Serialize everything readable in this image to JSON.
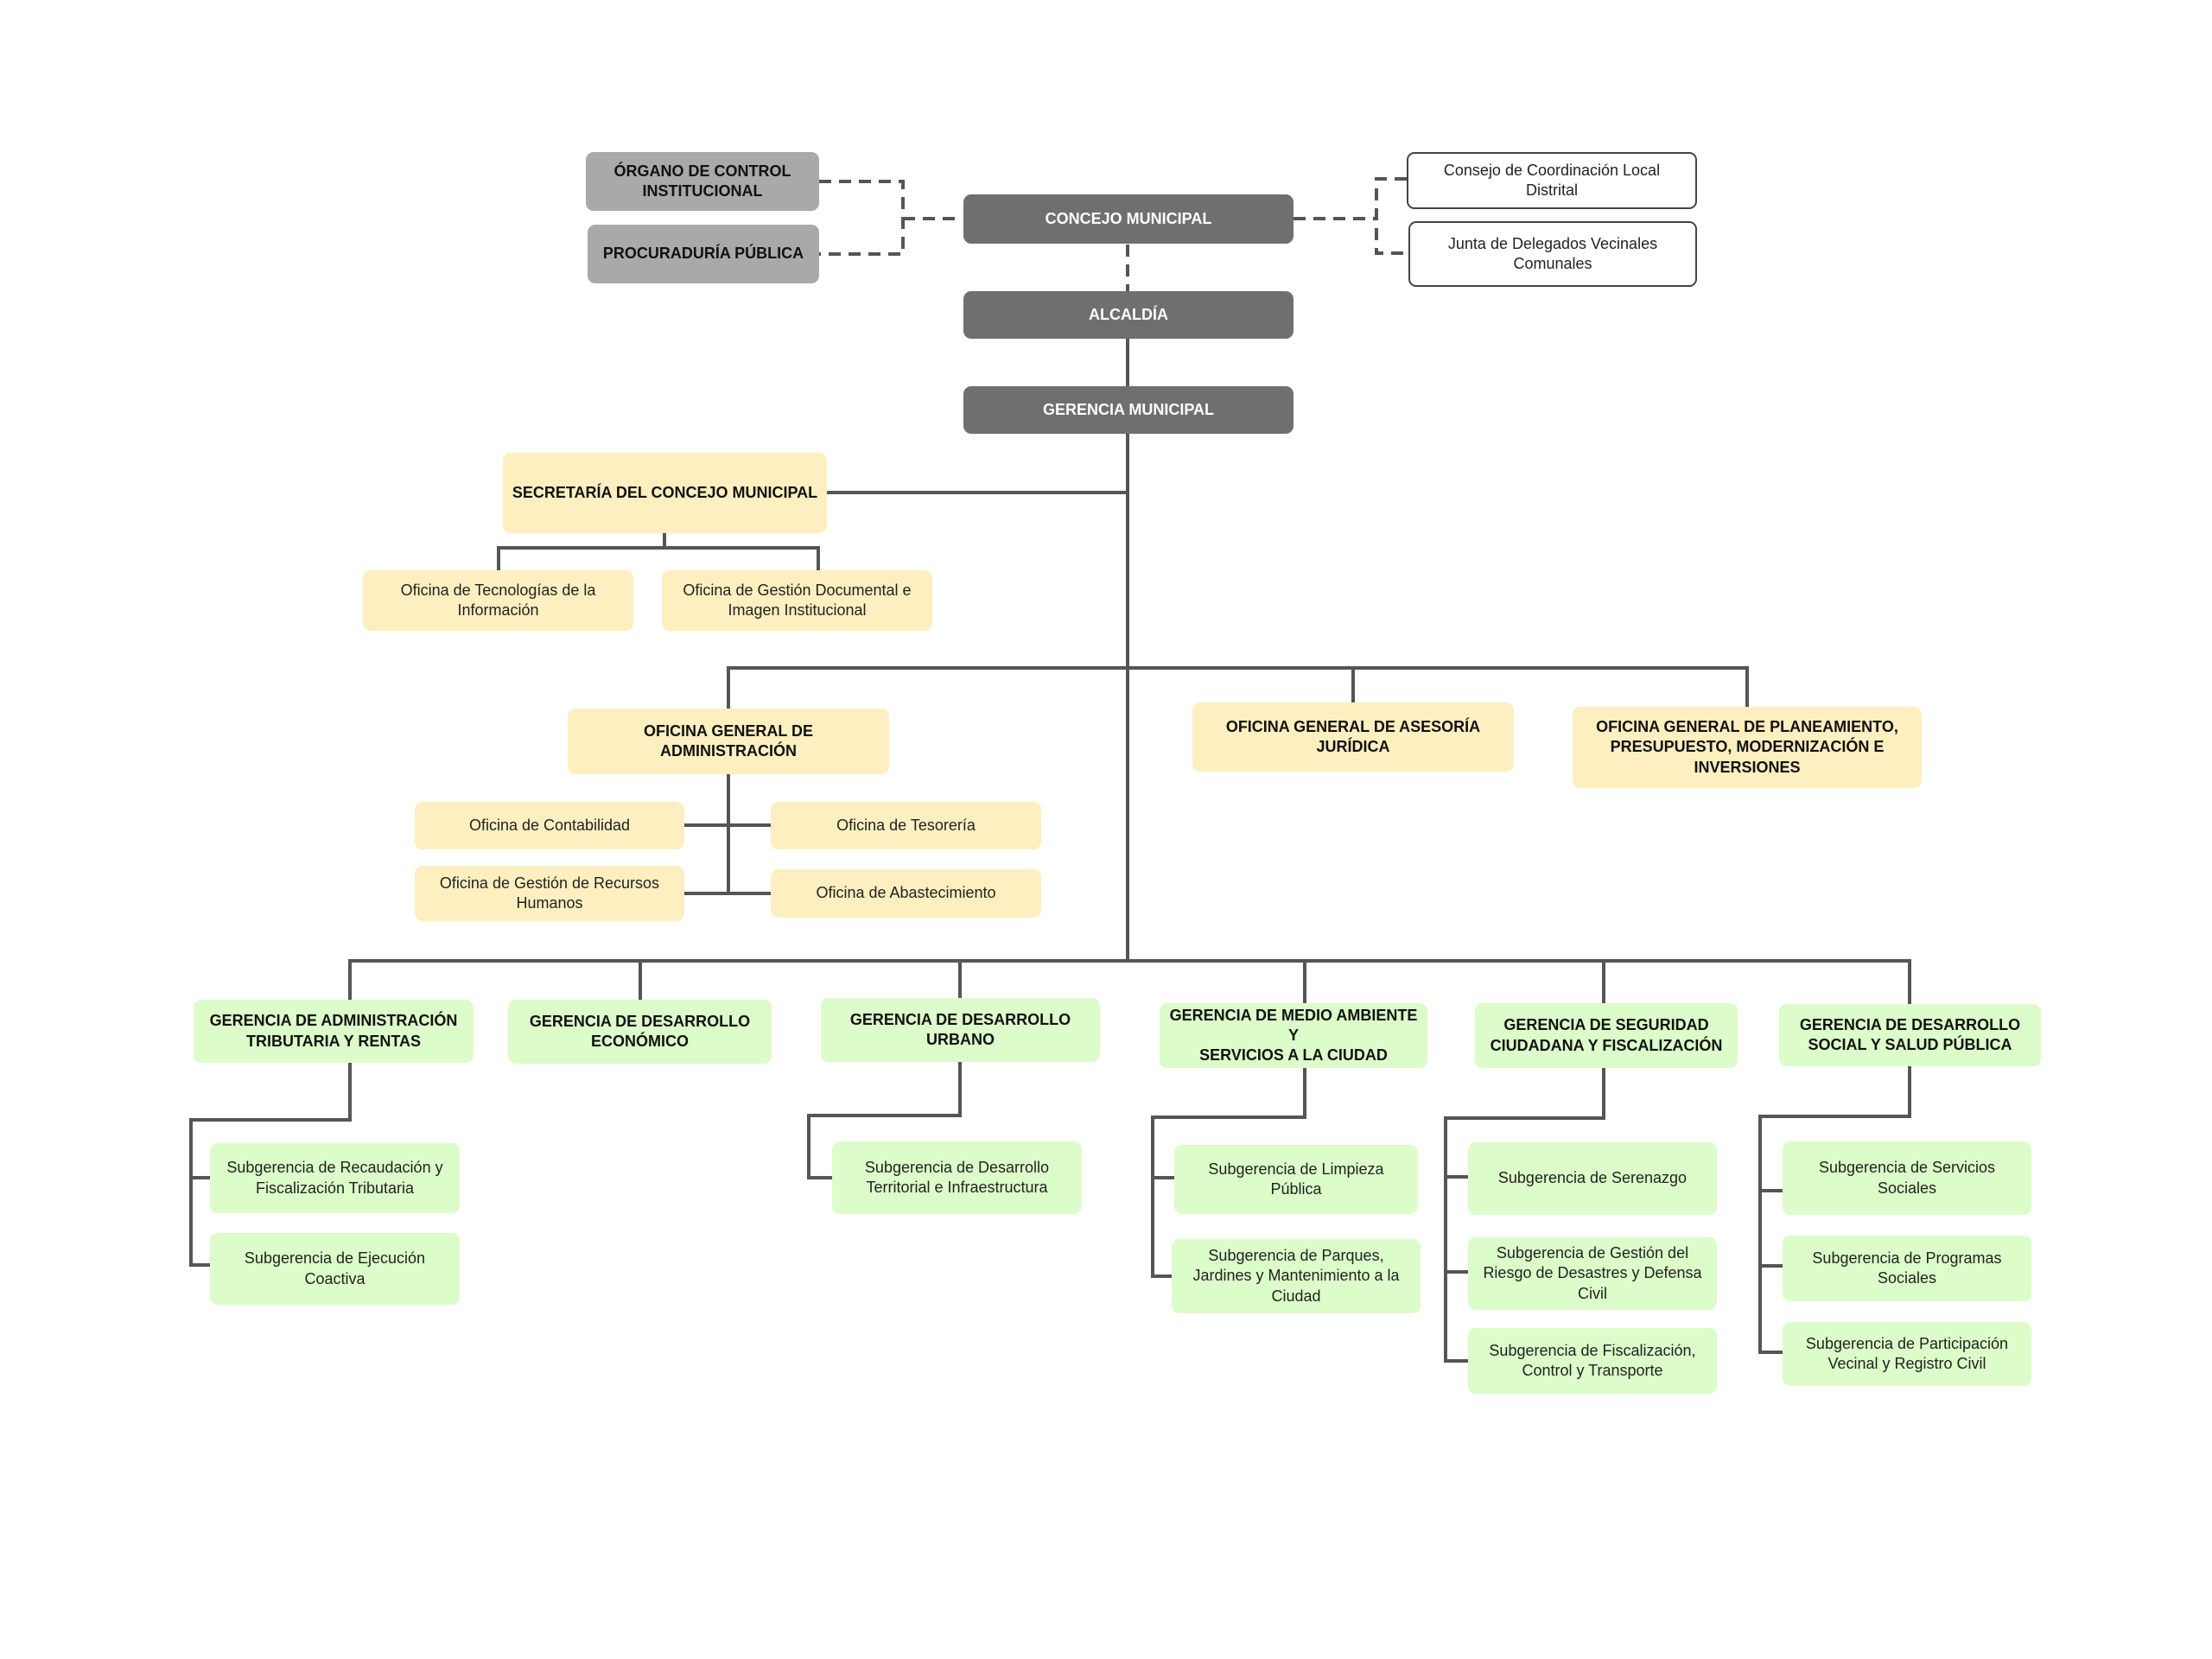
{
  "top": {
    "concejo": "CONCEJO MUNICIPAL",
    "alcaldia": "ALCALDÍA",
    "gerencia": "GERENCIA MUNICIPAL",
    "organo_control": "ÓRGANO DE CONTROL\nINSTITUCIONAL",
    "procuraduria": "PROCURADURÍA PÚBLICA",
    "consejo_coordinacion": "Consejo de Coordinación Local\nDistrital",
    "junta_delegados": "Junta de Delegados Vecinales\nComunales"
  },
  "secretaria": {
    "title": "SECRETARÍA DEL CONCEJO MUNICIPAL",
    "children": [
      "Oficina de Tecnologías de la\nInformación",
      "Oficina de Gestión Documental e\nImagen Institucional"
    ]
  },
  "oficinas_generales": {
    "administracion": {
      "title": "OFICINA GENERAL DE ADMINISTRACIÓN",
      "children": [
        "Oficina de Contabilidad",
        "Oficina de Tesorería",
        "Oficina de Gestión de Recursos\nHumanos",
        "Oficina de Abastecimiento"
      ]
    },
    "asesoria": "OFICINA GENERAL DE ASESORÍA\nJURÍDICA",
    "planeamiento": "OFICINA GENERAL DE PLANEAMIENTO,\nPRESUPUESTO, MODERNIZACIÓN E\nINVERSIONES"
  },
  "gerencias": [
    {
      "title": "GERENCIA DE ADMINISTRACIÓN\nTRIBUTARIA Y RENTAS",
      "children": [
        "Subgerencia de Recaudación y\nFiscalización Tributaria",
        "Subgerencia de Ejecución\nCoactiva"
      ]
    },
    {
      "title": "GERENCIA DE DESARROLLO\nECONÓMICO",
      "children": []
    },
    {
      "title": "GERENCIA DE DESARROLLO\nURBANO",
      "children": [
        "Subgerencia de Desarrollo\nTerritorial e Infraestructura"
      ]
    },
    {
      "title": "GERENCIA DE MEDIO AMBIENTE Y\nSERVICIOS A LA CIUDAD",
      "children": [
        "Subgerencia de Limpieza\nPública",
        "Subgerencia de Parques,\nJardines y Mantenimiento a la\nCiudad"
      ]
    },
    {
      "title": "GERENCIA DE SEGURIDAD\nCIUDADANA Y FISCALIZACIÓN",
      "children": [
        "Subgerencia de Serenazgo",
        "Subgerencia de Gestión del\nRiesgo de Desastres y Defensa\nCivil",
        "Subgerencia de Fiscalización,\nControl y Transporte"
      ]
    },
    {
      "title": "GERENCIA DE DESARROLLO\nSOCIAL Y SALUD PÚBLICA",
      "children": [
        "Subgerencia de Servicios\nSociales",
        "Subgerencia de Programas\nSociales",
        "Subgerencia de Participación\nVecinal y Registro Civil"
      ]
    }
  ],
  "colors": {
    "dark_box": "#6f6f6f",
    "gray_box": "#a9a9a9",
    "yellow_box": "#fdefbf",
    "green_box": "#dcfcc9",
    "line": "#555555"
  }
}
